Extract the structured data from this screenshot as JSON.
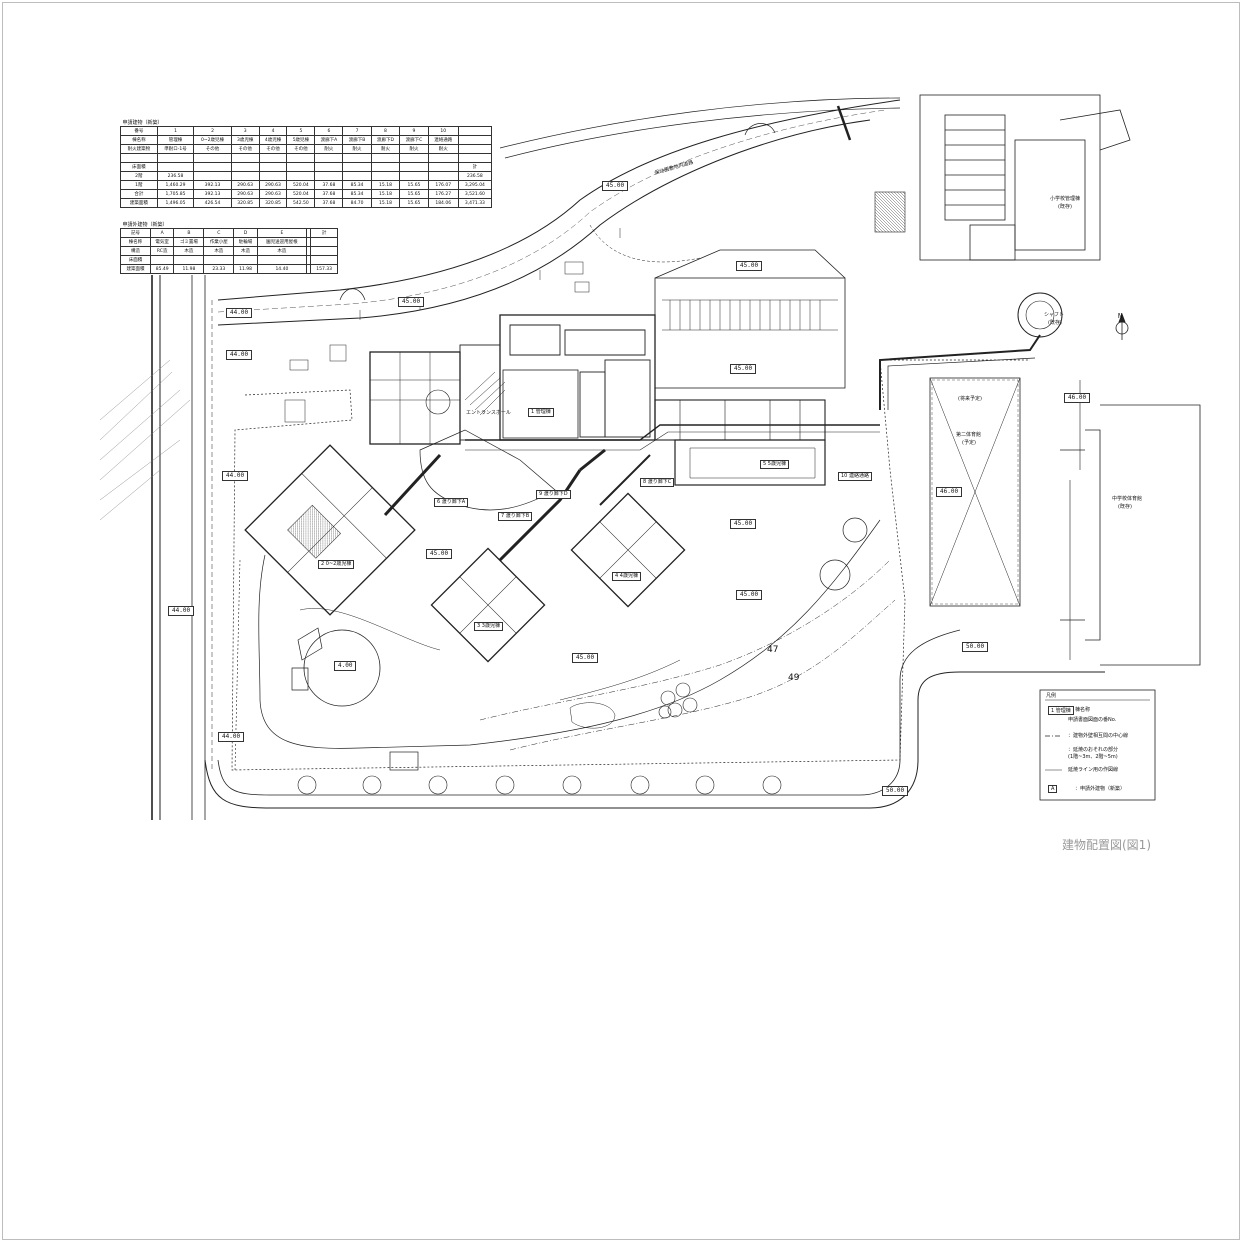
{
  "caption": "建物配置図(図1)",
  "north": "N",
  "table1": {
    "title": "申請建物（新築）",
    "rows": [
      [
        "番号",
        "1",
        "2",
        "3",
        "4",
        "5",
        "6",
        "7",
        "8",
        "9",
        "10",
        ""
      ],
      [
        "棟名称",
        "管理棟",
        "0~2歳児棟",
        "3歳児棟",
        "4歳児棟",
        "5歳児棟",
        "渡廊下A",
        "渡廊下B",
        "渡廊下D",
        "渡廊下C",
        "連絡通路",
        ""
      ],
      [
        "耐火建築物",
        "準耐ロ-1号",
        "その他",
        "その他",
        "その他",
        "その他",
        "耐火",
        "耐火",
        "耐火",
        "耐火",
        "耐火",
        ""
      ],
      [
        "",
        "",
        "",
        "",
        "",
        "",
        "",
        "",
        "",
        "",
        "",
        ""
      ],
      [
        "床面積",
        "",
        "",
        "",
        "",
        "",
        "",
        "",
        "",
        "",
        "",
        "計"
      ],
      [
        "2階",
        "236.58",
        "",
        "",
        "",
        "",
        "",
        "",
        "",
        "",
        "",
        "236.58"
      ],
      [
        "1階",
        "1,460.29",
        "392.13",
        "290.63",
        "290.63",
        "520.04",
        "37.68",
        "85.34",
        "15.18",
        "15.65",
        "176.07",
        "3,295.04"
      ],
      [
        "合計",
        "1,705.85",
        "392.13",
        "290.63",
        "290.63",
        "520.04",
        "37.68",
        "85.34",
        "15.18",
        "15.65",
        "176.27",
        "3,521.60"
      ],
      [
        "建築面積",
        "1,496.05",
        "426.54",
        "320.85",
        "320.85",
        "542.50",
        "37.68",
        "84.70",
        "15.18",
        "15.65",
        "184.06",
        "3,471.33"
      ]
    ]
  },
  "table2": {
    "title": "申請外建物（新築）",
    "rows": [
      [
        "記号",
        "A",
        "B",
        "C",
        "D",
        "E",
        "",
        "計"
      ],
      [
        "棟名称",
        "電気室",
        "ゴミ置場",
        "作業小屋",
        "駐輪場",
        "園児送迎用屋根",
        "",
        ""
      ],
      [
        "構造",
        "RC造",
        "木造",
        "木造",
        "木造",
        "木造",
        "",
        ""
      ],
      [
        "床面積",
        "",
        "",
        "",
        "",
        "",
        "",
        ""
      ],
      [
        "建築面積",
        "85.49",
        "11.98",
        "23.33",
        "11.98",
        "14.40",
        "",
        "157.33"
      ]
    ]
  },
  "map_labels": [
    {
      "id": "lvl-45-road",
      "text": "45.00"
    },
    {
      "id": "lvl-45-left",
      "text": "45.00"
    },
    {
      "id": "lvl-44-a",
      "text": "44.00"
    },
    {
      "id": "lvl-44-b",
      "text": "44.00"
    },
    {
      "id": "lvl-44-c",
      "text": "44.00"
    },
    {
      "id": "lvl-44-d",
      "text": "44.00"
    },
    {
      "id": "lvl-44-e",
      "text": "44.00"
    },
    {
      "id": "lvl-45-parkhead",
      "text": "45.00"
    },
    {
      "id": "lvl-45-park",
      "text": "45.00"
    },
    {
      "id": "lvl-46-gym",
      "text": "46.00"
    },
    {
      "id": "lvl-46-right",
      "text": "46.00"
    },
    {
      "id": "lvl-45-yard1",
      "text": "45.00"
    },
    {
      "id": "lvl-45-yard2",
      "text": "45.00"
    },
    {
      "id": "lvl-45-yard3",
      "text": "45.00"
    },
    {
      "id": "lvl-45-yard4",
      "text": "45.00"
    },
    {
      "id": "lvl-4-circle",
      "text": "4.00"
    },
    {
      "id": "lvl-50-a",
      "text": "50.00"
    },
    {
      "id": "lvl-50-b",
      "text": "50.00"
    },
    {
      "id": "contour-47",
      "text": "47"
    },
    {
      "id": "contour-49",
      "text": "49"
    }
  ],
  "building_labels": [
    {
      "id": "bldg-1",
      "text": "1 管理棟"
    },
    {
      "id": "bldg-2",
      "text": "2 0~2歳児棟"
    },
    {
      "id": "bldg-3",
      "text": "3 3歳児棟"
    },
    {
      "id": "bldg-4",
      "text": "4 4歳児棟"
    },
    {
      "id": "bldg-5",
      "text": "5 5歳児棟"
    },
    {
      "id": "bldg-6",
      "text": "6 渡り廊下A"
    },
    {
      "id": "bldg-7",
      "text": "7 渡り廊下B"
    },
    {
      "id": "bldg-8",
      "text": "8 渡り廊下C"
    },
    {
      "id": "bldg-9",
      "text": "9 渡り廊下D"
    },
    {
      "id": "bldg-10",
      "text": "10 連絡通路"
    }
  ],
  "place_labels": [
    {
      "id": "road",
      "text": "保幼園敷地内道路"
    },
    {
      "id": "school-admin",
      "text": "小学校管理棟"
    },
    {
      "id": "school-admin-sub",
      "text": "(既存)"
    },
    {
      "id": "shaft",
      "text": "シャフト"
    },
    {
      "id": "shaft-sub",
      "text": "(既存)"
    },
    {
      "id": "gym2",
      "text": "第二体育館"
    },
    {
      "id": "gym2-sub",
      "text": "(予定)"
    },
    {
      "id": "future",
      "text": "(将来予定)"
    },
    {
      "id": "jhs-gym",
      "text": "中学校体育館"
    },
    {
      "id": "jhs-gym-sub",
      "text": "(既存)"
    },
    {
      "id": "entrance",
      "text": "エントランスホール"
    }
  ],
  "legend": {
    "title": "凡例",
    "items": [
      {
        "sym": "1 管理棟",
        "text": "棟名称"
      },
      {
        "sym": "",
        "text": "申請書面図面の番No."
      },
      {
        "sym": "",
        "text": "：建物外壁相互間の中心線"
      },
      {
        "sym": "",
        "text": "：延焼のおそれの部分"
      },
      {
        "sym": "",
        "text": "(1階~3m、2階~5m)"
      },
      {
        "sym": "",
        "text": "延焼ライン用の作図線"
      },
      {
        "sym": "A",
        "text": "：申請外建物（新築）"
      }
    ]
  }
}
